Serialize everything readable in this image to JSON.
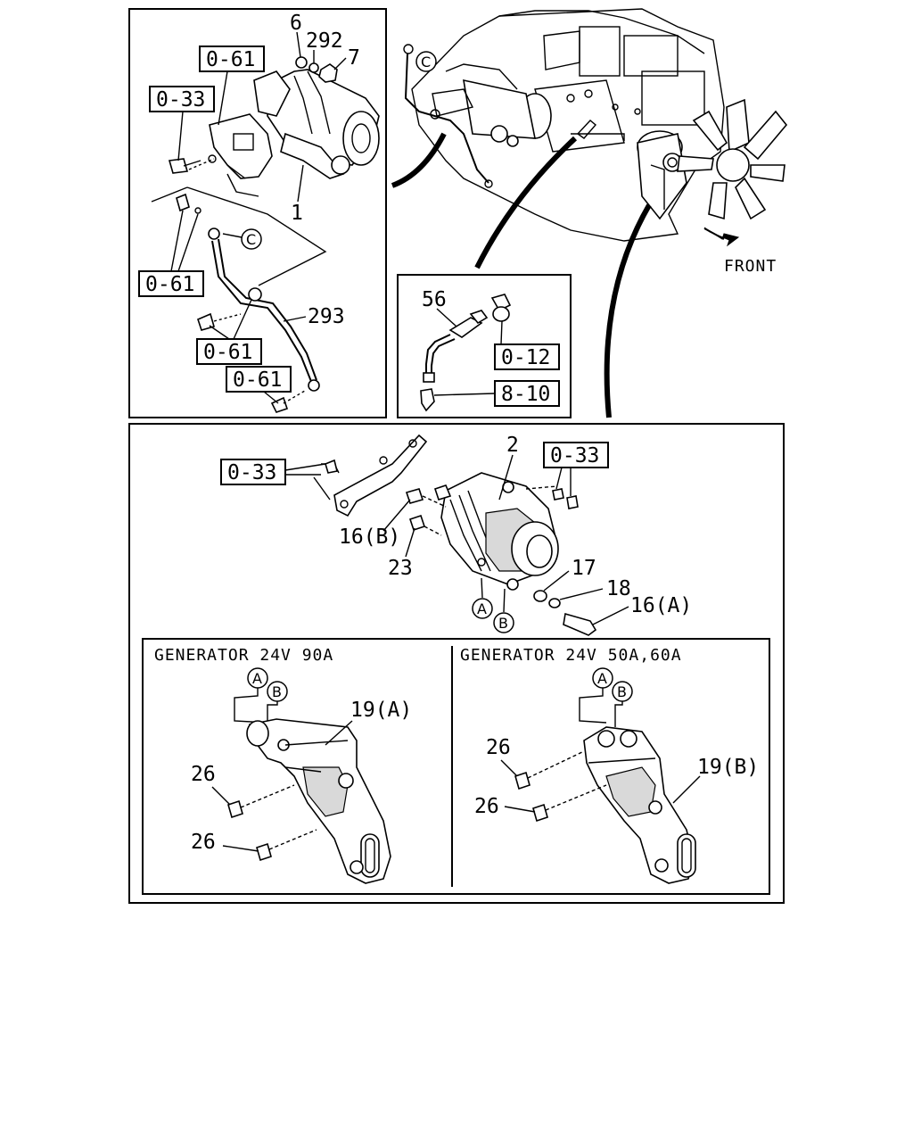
{
  "refs": {
    "r061_a": "0-61",
    "r033_a": "0-33",
    "r061_b": "0-61",
    "r061_c": "0-61",
    "r061_d": "0-61",
    "r012": "0-12",
    "r810": "8-10",
    "r033_b": "0-33",
    "r033_c": "0-33"
  },
  "numbers": {
    "n6": "6",
    "n292": "292",
    "n7": "7",
    "n1": "1",
    "n293": "293",
    "n56": "56",
    "n2": "2",
    "n16b": "16(B)",
    "n23": "23",
    "n17": "17",
    "n18": "18",
    "n16a": "16(A)",
    "n19a": "19(A)",
    "n19b": "19(B)",
    "n26_1": "26",
    "n26_2": "26",
    "n26_3": "26",
    "n26_4": "26"
  },
  "markers": {
    "c": "C",
    "a": "A",
    "b": "B"
  },
  "labels": {
    "front": "FRONT",
    "gen_left": "GENERATOR 24V 90A",
    "gen_right": "GENERATOR 24V 50A,60A"
  },
  "icons": {
    "front_arrow": "arrow-down-right-icon"
  }
}
